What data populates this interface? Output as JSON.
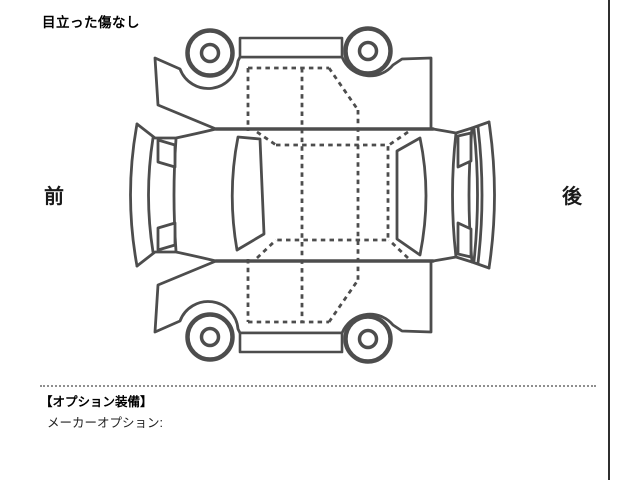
{
  "header": {
    "condition_note": "目立った傷なし"
  },
  "diagram": {
    "type": "car-inspection-unfolded-view",
    "label_front": "前",
    "label_rear": "後",
    "line_color": "#4d4d4d",
    "damage_marks": []
  },
  "options_section": {
    "heading": "【オプション装備】",
    "maker_option_label": "メーカーオプション:"
  }
}
